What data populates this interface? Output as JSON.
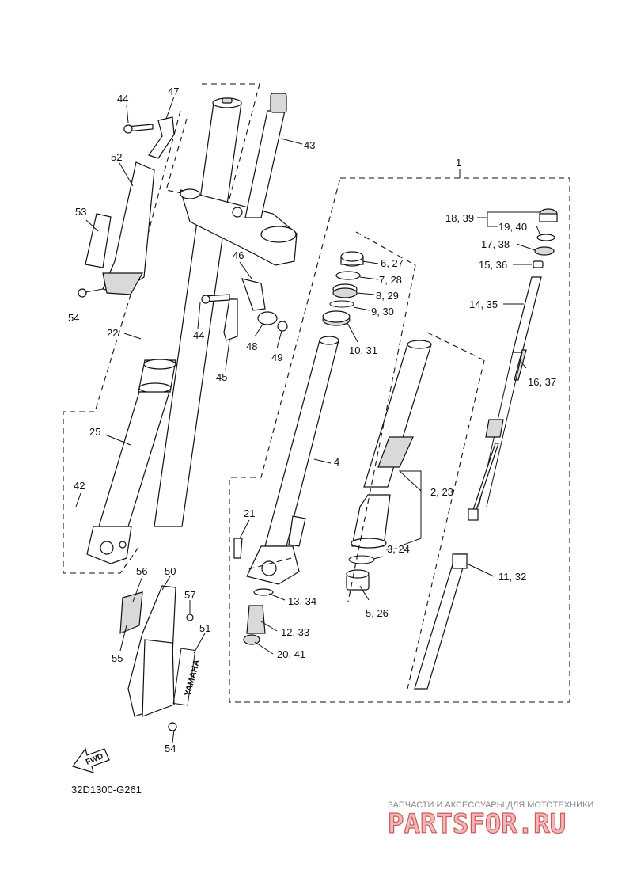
{
  "diagram_code": "32D1300-G261",
  "watermark": {
    "tagline": "ЗАПЧАСТИ И АКСЕССУАРЫ ДЛЯ МОТОТЕХНИКИ",
    "logo": "PARTSFOR.RU"
  },
  "fwd_label": "FWD",
  "brand_text": "YAMAHA",
  "callouts": {
    "c1": "1",
    "c44a": "44",
    "c47": "47",
    "c43": "43",
    "c52": "52",
    "c53": "53",
    "c54a": "54",
    "c46": "46",
    "c44b": "44",
    "c48": "48",
    "c49": "49",
    "c45": "45",
    "c22": "22",
    "c25": "25",
    "c42": "42",
    "c21": "21",
    "c4": "4",
    "c6_27": "6, 27",
    "c7_28": "7, 28",
    "c8_29": "8, 29",
    "c9_30": "9, 30",
    "c10_31": "10, 31",
    "c18_39": "18, 39",
    "c19_40": "19, 40",
    "c17_38": "17, 38",
    "c15_36": "15, 36",
    "c14_35": "14, 35",
    "c16_37": "16, 37",
    "c2_23": "2, 23",
    "c3_24": "3, 24",
    "c5_26": "5, 26",
    "c11_32": "11, 32",
    "c13_34": "13, 34",
    "c12_33": "12, 33",
    "c20_41": "20, 41",
    "c56": "56",
    "c50": "50",
    "c57": "57",
    "c51": "51",
    "c55": "55",
    "c54b": "54"
  }
}
